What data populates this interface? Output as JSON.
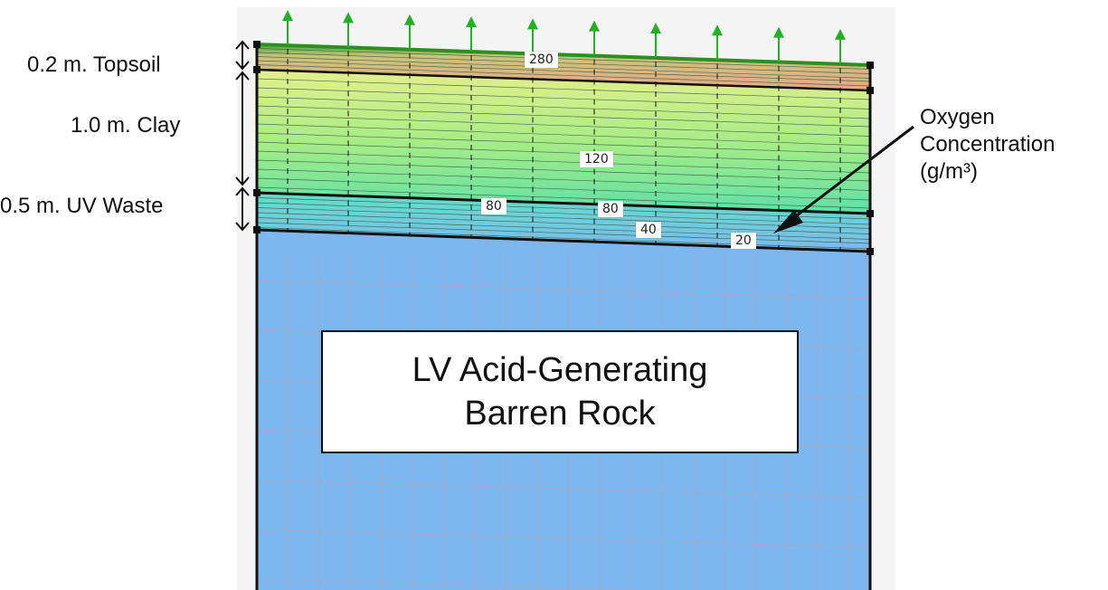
{
  "labels": {
    "topsoil": "0.2 m. Topsoil",
    "clay": "1.0 m. Clay",
    "uv_waste": "0.5 m. UV Waste"
  },
  "callout": {
    "line1": "Oxygen",
    "line2": "Concentration",
    "line3": "(g/m³)"
  },
  "rock_box": {
    "line1": "LV Acid-Generating",
    "line2": "Barren Rock"
  },
  "contour_values": {
    "c280": "280",
    "c120": "120",
    "c80a": "80",
    "c80b": "80",
    "c40": "40",
    "c20": "20"
  },
  "colors": {
    "topsoil_top": "#3fa83a",
    "topsoil_bottom": "#e6a98a",
    "clay_top": "#e4ef8c",
    "clay_bottom": "#5ee0a8",
    "waste_top": "#5fe0c8",
    "waste_bottom": "#7fb8ee",
    "rock": "#7eb7ef",
    "flux_arrow": "#22b024"
  }
}
